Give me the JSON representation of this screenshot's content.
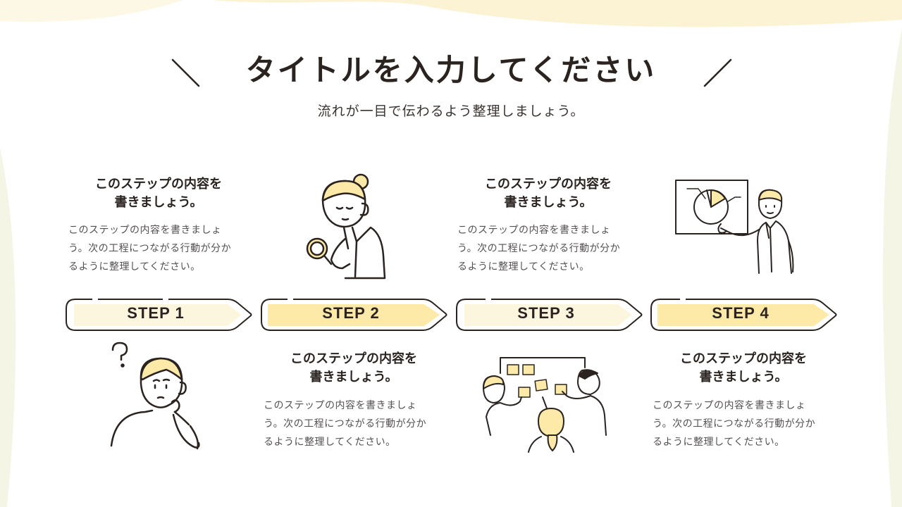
{
  "header": {
    "title": "タイトルを入力してください",
    "subtitle": "流れが一目で伝わるよう整理しましょう。"
  },
  "steps": [
    {
      "label": "STEP 1",
      "heading_line1": "このステップの内容を",
      "heading_line2": "書きましょう。",
      "body_line1": "このステップの内容を書きましょ",
      "body_line2": "う。次の工程につながる行動が分か",
      "body_line3": "るように整理してください。",
      "illustration": "thinking-person-icon"
    },
    {
      "label": "STEP 2",
      "heading_line1": "このステップの内容を",
      "heading_line2": "書きましょう。",
      "body_line1": "このステップの内容を書きましょ",
      "body_line2": "う。次の工程につながる行動が分か",
      "body_line3": "るように整理してください。",
      "illustration": "magnifier-person-icon"
    },
    {
      "label": "STEP 3",
      "heading_line1": "このステップの内容を",
      "heading_line2": "書きましょう。",
      "body_line1": "このステップの内容を書きましょ",
      "body_line2": "う。次の工程につながる行動が分か",
      "body_line3": "るように整理してください。",
      "illustration": "team-sticky-notes-icon"
    },
    {
      "label": "STEP 4",
      "heading_line1": "このステップの内容を",
      "heading_line2": "書きましょう。",
      "body_line1": "このステップの内容を書きましょ",
      "body_line2": "う。次の工程につながる行動が分か",
      "body_line3": "るように整理してください。",
      "illustration": "presenter-pie-chart-icon"
    }
  ],
  "colors": {
    "accent_yellow": "#fde9a8",
    "accent_cream": "#fdf6df",
    "background_blob": "#fbf3d4",
    "side_blob": "#f4f5e4",
    "outline": "#2a2320"
  }
}
